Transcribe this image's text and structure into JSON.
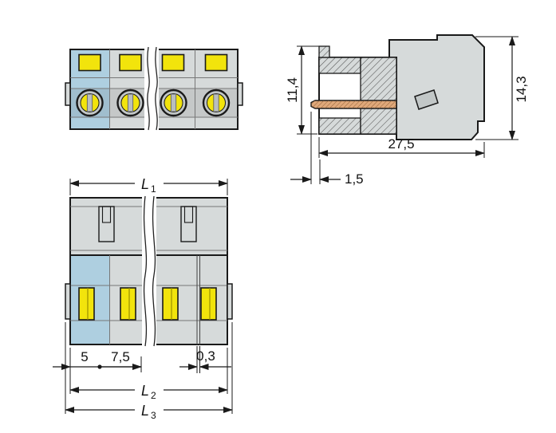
{
  "drawing": {
    "description": "Connector technical dimension drawing, three views (front view, sectioned side view, plan view)",
    "side_view": {
      "front_height": "11,4",
      "total_height": "14,3",
      "total_length": "27,5",
      "pin_setback": "1,5"
    },
    "plan_view": {
      "l1": {
        "main": "L",
        "sub": "1"
      },
      "edge_to_pole": "5",
      "pole_pitch": "7,5",
      "end_gap": "0,3",
      "l2": {
        "main": "L",
        "sub": "2"
      },
      "l3": {
        "main": "L",
        "sub": "3"
      }
    },
    "colors": {
      "body_gray": "#d6dada",
      "shadow_gray": "#c3c8c8",
      "pole1_blue": "#aecfe0",
      "contact_yellow": "#f2e40c",
      "pin_copper": "#dfa87a",
      "line_dark": "#1a1a1a"
    }
  }
}
